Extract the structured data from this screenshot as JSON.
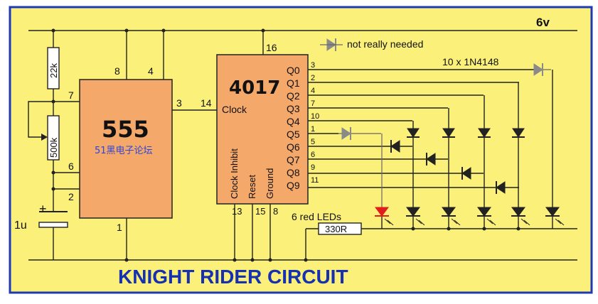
{
  "labels": {
    "supply": "6v",
    "diode_note": "not really needed",
    "diode_part": "10 x 1N4148",
    "led_note": "6 red LEDs",
    "title": "KNIGHT RIDER CIRCUIT",
    "watermark": "51黑电子论坛"
  },
  "timer": {
    "name": "555",
    "pins": {
      "vcc": "8",
      "reset": "4",
      "disch": "7",
      "out": "3",
      "thr": "6",
      "trig": "2",
      "gnd": "1"
    }
  },
  "counter": {
    "name": "4017",
    "clock_label": "Clock",
    "inhibit_label": "Clock  Inhibit",
    "reset_label": "Reset",
    "ground_label": "Ground",
    "pins": {
      "vdd": "16",
      "clock": "14",
      "inhibit": "13",
      "reset": "15",
      "ground": "8"
    },
    "outputs": [
      {
        "name": "Q0",
        "pin": "3"
      },
      {
        "name": "Q1",
        "pin": "2"
      },
      {
        "name": "Q2",
        "pin": "4"
      },
      {
        "name": "Q3",
        "pin": "7"
      },
      {
        "name": "Q4",
        "pin": "10"
      },
      {
        "name": "Q5",
        "pin": "1"
      },
      {
        "name": "Q6",
        "pin": "5"
      },
      {
        "name": "Q7",
        "pin": "6"
      },
      {
        "name": "Q8",
        "pin": "9"
      },
      {
        "name": "Q9",
        "pin": "11"
      }
    ]
  },
  "components": {
    "r1": "22k",
    "pot": "500k",
    "cap": "1u",
    "r_led": "330R"
  },
  "colors": {
    "background": "#fbf07a",
    "frame": "#1d39b5",
    "chip": "#f4a86a",
    "title": "#1530b0",
    "watermark": "#2e46d6",
    "led_on": "#e21b1b",
    "diode_optional": "#8a8a8a"
  }
}
